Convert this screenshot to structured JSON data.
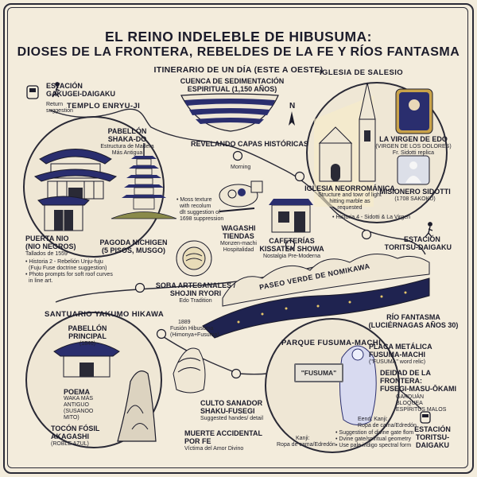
{
  "title": {
    "line1": "EL REINO INDELEBLE DE HIBUSUMA:",
    "line2": "DIOSES DE LA FRONTERA, REBELDES DE LA FE Y RÍOS FANTASMA",
    "subtitle": "ITINERARIO DE UN DÍA (ESTE A OESTE)"
  },
  "start": {
    "station": [
      "ESTACIÓN",
      "GAKUGEI-DAIGAKU"
    ],
    "note": [
      "Return",
      "suggestion"
    ]
  },
  "enryuji": {
    "title": "TEMPLO ENRYU-JI",
    "shaka": [
      "PABELLÓN",
      "SHAKA-DO"
    ],
    "shaka_note": [
      "Estructura de Madera",
      "Más Antigua"
    ],
    "moss_note": [
      "• Moss texture",
      "with recolum",
      "dlt suggestion of",
      "1698 suppression"
    ],
    "nio": [
      "PUERTA NIO",
      "(NIO NEGROS)"
    ],
    "nio_note": "Tallados de 1559",
    "nio_bullets": [
      "• Historia 2 - Rebelión Unju-fuju",
      "(Fuju Fuse doctrine suggestion)",
      "• Photo prompts for soft roof curves",
      "in line art."
    ],
    "pagoda": [
      "PAGODA NICHIGEN",
      "(5 PISOS, MUSGO)"
    ]
  },
  "basin": {
    "label": [
      "CUENCA DE SEDIMENTACIÓN",
      "ESPIRITUAL (1,150 AÑOS)"
    ],
    "layers": "REVELANDO CAPAS HISTÓRICAS"
  },
  "compass": "N",
  "salesio": {
    "title": "IGLESIA DE SALESIO",
    "virgin": [
      "LA VIRGEN DE EDO",
      "(VIRGEN DE LOS DOLORES)",
      "Fr. Sidotti replica"
    ],
    "church": [
      "IGLESIA NEORROMÁNICA",
      "Structure and towr of light",
      "hitting marble as",
      "requested"
    ],
    "sidotti": [
      "MISIONERO SIDOTTI",
      "(1708 SAKOKU)"
    ],
    "history": "• Historia 4 - Sidotti & La Virgen"
  },
  "morning": "Morning",
  "wagashi": [
    "WAGASHI",
    "TIENDAS",
    "Monzen-machi",
    "Hospitalidad"
  ],
  "cafe": [
    "CAFETERÍAS",
    "KISSATEN SHOWA",
    "Nostalgia Pre-Moderna"
  ],
  "soba": [
    "SOBA ARTESANALES /",
    "SHOJIN RYORI",
    "Edo Tradition"
  ],
  "toritsu1": [
    "ESTACIÓN",
    "TORITSU-DAIGAKU"
  ],
  "paseo": "PASEO VERDE DE NOMIKAWA",
  "river": [
    "RÍO FANTASMA",
    "(LUCIÉRNAGAS AÑOS 30)"
  ],
  "fusion": [
    "1889",
    "Fusión Hibusuma",
    "(Himonya+Fusuma)"
  ],
  "hikawa": {
    "title": "SANTUARIO YAKUMO HIKAWA",
    "pavilion": [
      "PABELLÓN",
      "PRINCIPAL",
      "(1846)"
    ],
    "poem": [
      "POEMA",
      "WAKA MÁS",
      "ANTIGUO",
      "(SUSANOO",
      "MITO)"
    ],
    "stump": [
      "TOCÓN FÓSIL",
      "AKAGASHI",
      "(ROBLE AZUL)"
    ]
  },
  "culto": [
    "CULTO SANADOR",
    "SHAKU-FUSEGI",
    "Suggested handes/ detail"
  ],
  "muerte": [
    "MUERTE ACCIDENTAL",
    "POR FE",
    "Víctima del Amor Divino"
  ],
  "fusuma": {
    "title": "PARQUE FUSUMA-MACHI",
    "plaque_text": "\"FUSUMA\"",
    "plaque": [
      "PLACA METÁLICA",
      "FUSUMA-MACHI",
      "(\"FUSUMA\" word relic)"
    ],
    "deity": [
      "DEIDAD DE LA",
      "FRONTERA:",
      "FUSEGI-MASU-ŌKAMI"
    ],
    "guardian": [
      "GARDUÁN",
      "BLOQUEA",
      "ESPÍRITUS MALOS"
    ],
    "kanji_left": [
      "Kanji:",
      "Ropa de cama/Edredón"
    ],
    "kanji_right": [
      "Eend: Kanji:",
      "Ropa de cama/Edredón"
    ],
    "bullets": [
      "• Suggestion of divine gate flom",
      "• Dvine gate/spiritual geometry",
      "• Use pale indigo spectral form"
    ]
  },
  "toritsu2": [
    "ESTACIÓN",
    "TORITSU-",
    "DAIGAKU"
  ],
  "colors": {
    "paper": "#f3ecdc",
    "ink": "#1b1b2a",
    "indigo": "#2a2e6e",
    "river": "#1f2350",
    "firefly": "#e8c86a"
  },
  "icons": [
    "train-icon",
    "walker-icon",
    "clock-icon",
    "compass-icon"
  ]
}
